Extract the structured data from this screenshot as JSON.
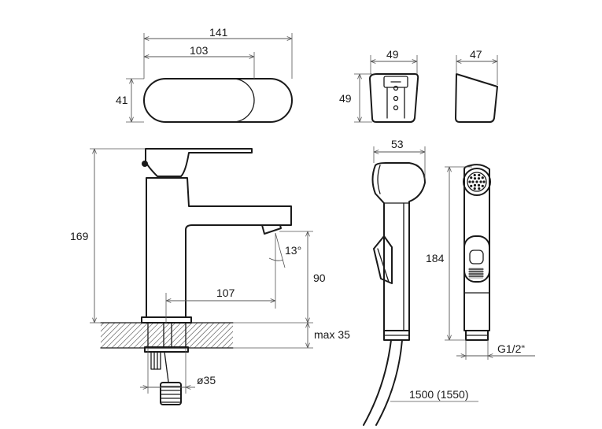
{
  "dimensions": {
    "top_width_total": "141",
    "top_width_inner": "103",
    "top_height": "41",
    "holder_front_width": "49",
    "holder_front_height": "49",
    "holder_side_width": "47",
    "head_width": "53",
    "faucet_height": "169",
    "spout_angle": "13°",
    "spout_reach": "107",
    "spout_clearance": "90",
    "max_thickness": "max 35",
    "hole_diameter": "ø35",
    "shower_length": "184",
    "thread": "G1/2“",
    "hose_length": "1500 (1550)"
  }
}
